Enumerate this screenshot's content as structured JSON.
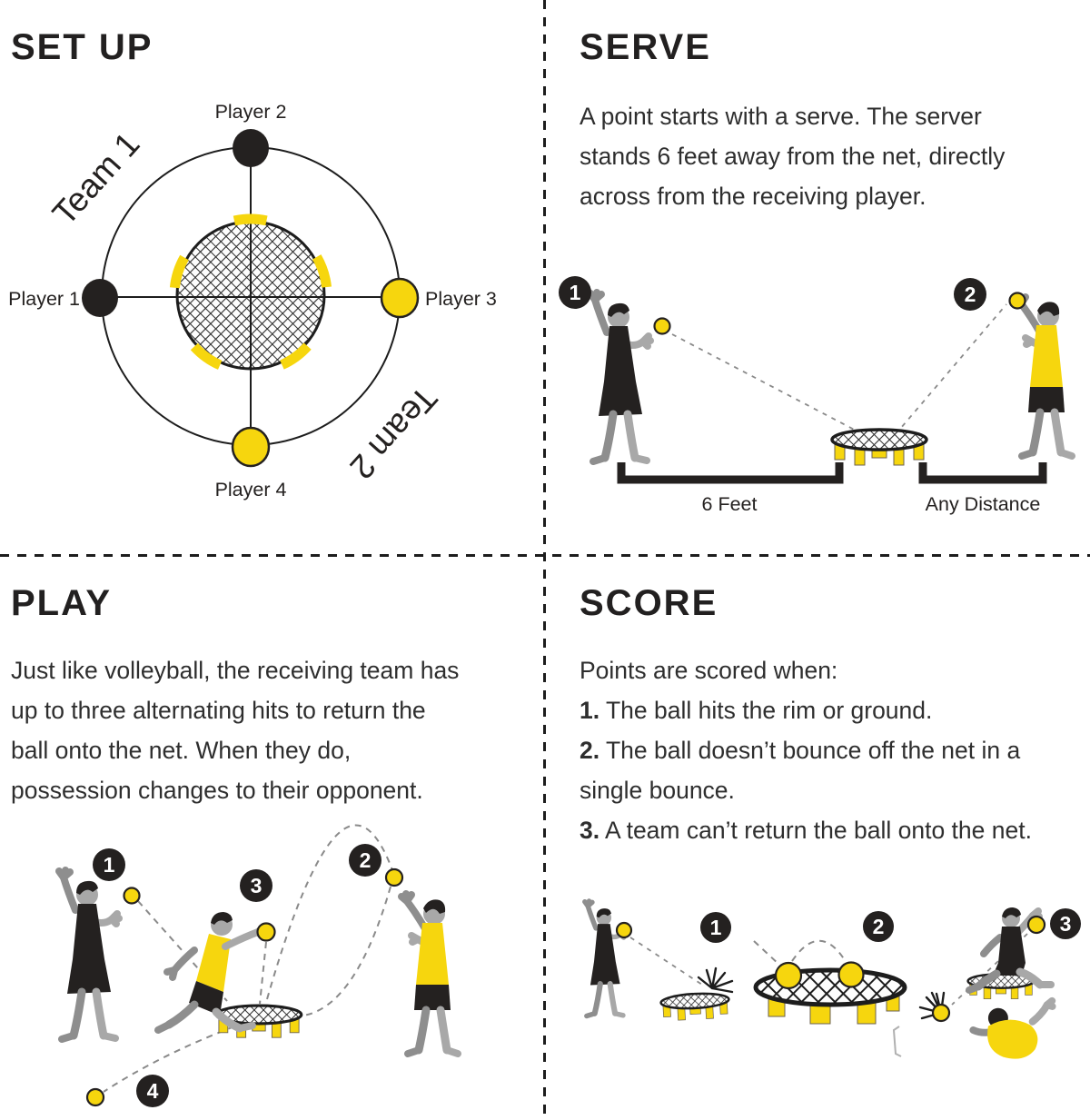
{
  "colors": {
    "accent_yellow": "#F6D60E",
    "ink_black": "#242120",
    "skin_gray": "#A8A8A8",
    "dash_gray": "#8A8A8A",
    "background": "#FFFFFF"
  },
  "setup": {
    "title": "SET UP",
    "team1": "Team 1",
    "team2": "Team 2",
    "player1": "Player 1",
    "player2": "Player 2",
    "player3": "Player 3",
    "player4": "Player 4"
  },
  "serve": {
    "title": "SERVE",
    "lines": [
      "A point starts with a serve. The server",
      "stands 6 feet away from the net, directly",
      "across from the receiving player."
    ],
    "badge1": "1",
    "badge2": "2",
    "measure_left": "6 Feet",
    "measure_right": "Any Distance"
  },
  "play": {
    "title": "PLAY",
    "lines": [
      "Just like volleyball, the receiving team has",
      "up to three alternating hits to return the",
      "ball onto the net. When they do,",
      "possession changes to their opponent."
    ],
    "badge1": "1",
    "badge2": "2",
    "badge3": "3",
    "badge4": "4"
  },
  "score": {
    "title": "SCORE",
    "lines": [
      {
        "bold": "",
        "text": "Points are scored when:"
      },
      {
        "bold": "1.",
        "text": " The ball hits the rim or ground."
      },
      {
        "bold": "2.",
        "text": " The ball doesn’t bounce off the net in a"
      },
      {
        "bold": "",
        "text": "single bounce."
      },
      {
        "bold": "3.",
        "text": " A team can’t return the ball onto the net."
      }
    ],
    "badge1": "1",
    "badge2": "2",
    "badge3": "3"
  }
}
